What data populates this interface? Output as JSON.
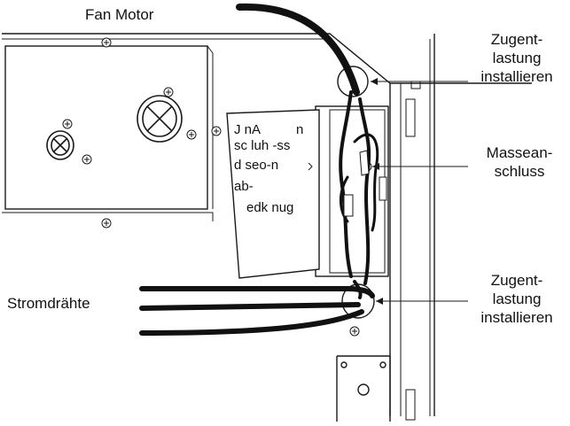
{
  "labels": {
    "fan_motor": "Fan Motor",
    "strain_relief_top_1": "Zugent-",
    "strain_relief_top_2": "lastung",
    "strain_relief_top_3": "installieren",
    "ground_1": "Massean-",
    "ground_2": "schluss",
    "power_wires": "Stromdrähte",
    "strain_relief_bottom_1": "Zugent-",
    "strain_relief_bottom_2": "lastung",
    "strain_relief_bottom_3": "installieren"
  },
  "junction_cover_text": {
    "line1": "J nA",
    "line1b": "n",
    "line2": "sc  luh  -ss",
    "line3": "d  seo-n",
    "line4": "ab-",
    "line5": "edk  nug"
  },
  "colors": {
    "line": "#1a1a1a",
    "cable": "#111111"
  }
}
